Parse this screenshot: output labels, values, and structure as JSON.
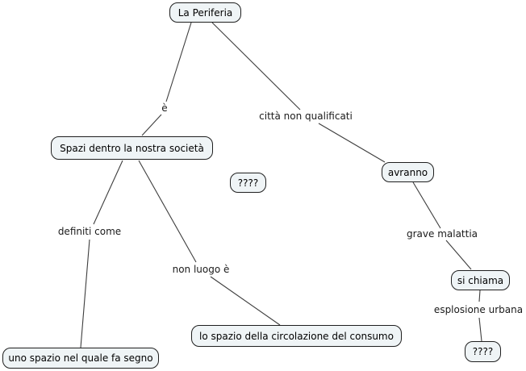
{
  "map": {
    "nodes": [
      {
        "id": "la-periferia",
        "label": "La Periferia"
      },
      {
        "id": "spazi",
        "label": "Spazi dentro la nostra società"
      },
      {
        "id": "unknown-center",
        "label": "????"
      },
      {
        "id": "avranno",
        "label": "avranno"
      },
      {
        "id": "si-chiama",
        "label": "si chiama"
      },
      {
        "id": "lo-spazio",
        "label": "lo spazio della circolazione del consumo"
      },
      {
        "id": "uno-spazio",
        "label": "uno spazio nel quale fa segno"
      },
      {
        "id": "unknown-right",
        "label": "????"
      }
    ],
    "link_labels": [
      {
        "id": "e",
        "label": "è"
      },
      {
        "id": "citta",
        "label": "città non qualificati"
      },
      {
        "id": "definiti",
        "label": "definiti come"
      },
      {
        "id": "non-luogo",
        "label": "non luogo è"
      },
      {
        "id": "grave",
        "label": "grave malattia"
      },
      {
        "id": "esplosione",
        "label": "esplosione urbana"
      }
    ],
    "edges": [
      {
        "from": "La Periferia",
        "label": "è",
        "to": "Spazi dentro la nostra società"
      },
      {
        "from": "La Periferia",
        "label": "città non qualificati",
        "to": "avranno"
      },
      {
        "from": "Spazi dentro la nostra società",
        "label": "definiti come",
        "to": "uno spazio nel quale fa segno"
      },
      {
        "from": "Spazi dentro la nostra società",
        "label": "non luogo è",
        "to": "lo spazio della circolazione del consumo"
      },
      {
        "from": "avranno",
        "label": "grave malattia",
        "to": "si chiama"
      },
      {
        "from": "si chiama",
        "label": "esplosione urbana",
        "to": "????"
      }
    ],
    "colors": {
      "node_fill": "#eff4f6",
      "node_border": "#1f1f1f",
      "line": "#3d3d3d",
      "background": "#ffffff",
      "text": "#000000"
    }
  }
}
